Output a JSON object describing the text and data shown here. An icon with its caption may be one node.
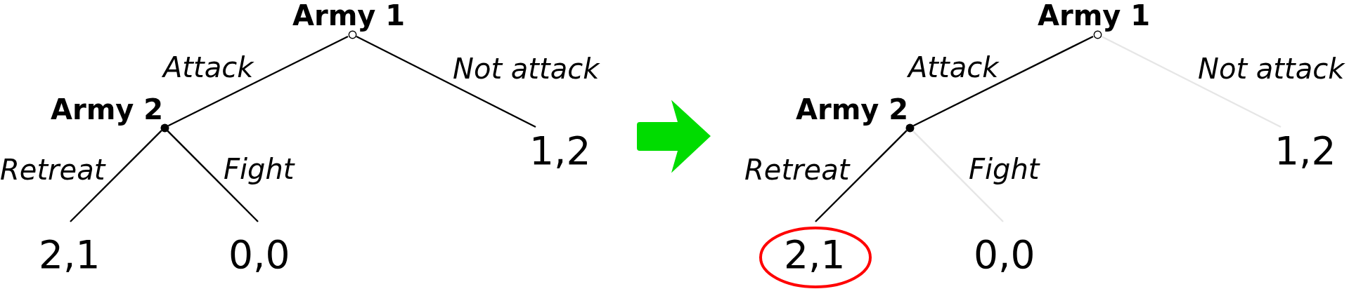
{
  "diagram": {
    "nodes": [
      {
        "text": [
          "Army 1"
        ]
      },
      {
        "text": [
          "Army 2"
        ]
      },
      {
        "text": [
          "1,2"
        ]
      },
      {
        "text": [
          "2,1"
        ]
      },
      {
        "text": [
          "0,0"
        ]
      },
      {
        "text": [
          "Army 1"
        ]
      },
      {
        "text": [
          "Army 2"
        ]
      },
      {
        "text": [
          "1,2"
        ]
      },
      {
        "text": [],
        "shape": "ellipse"
      },
      {
        "text": [
          "2,1"
        ],
        "in": 8
      },
      {
        "text": [
          "0,0"
        ]
      }
    ],
    "edges": [
      {
        "from": 0,
        "to": 1,
        "arrow": "none",
        "label": "Attack"
      },
      {
        "from": 0,
        "to": 2,
        "arrow": "none",
        "label": "Not attack"
      },
      {
        "from": 1,
        "to": 3,
        "arrow": "none",
        "label": "Retreat"
      },
      {
        "from": 1,
        "to": 4,
        "arrow": "none",
        "label": "Fight"
      },
      {
        "from": 5,
        "to": 6,
        "arrow": "none",
        "label": "Attack"
      },
      {
        "from": 5,
        "to": 7,
        "arrow": "none",
        "label": "Not attack",
        "color": "#e6e6e6"
      },
      {
        "from": 6,
        "to": 8,
        "arrow": "none",
        "label": "Retreat"
      },
      {
        "from": 6,
        "to": 10,
        "arrow": "none",
        "label": "Fight",
        "color": "#e6e6e6"
      }
    ]
  }
}
